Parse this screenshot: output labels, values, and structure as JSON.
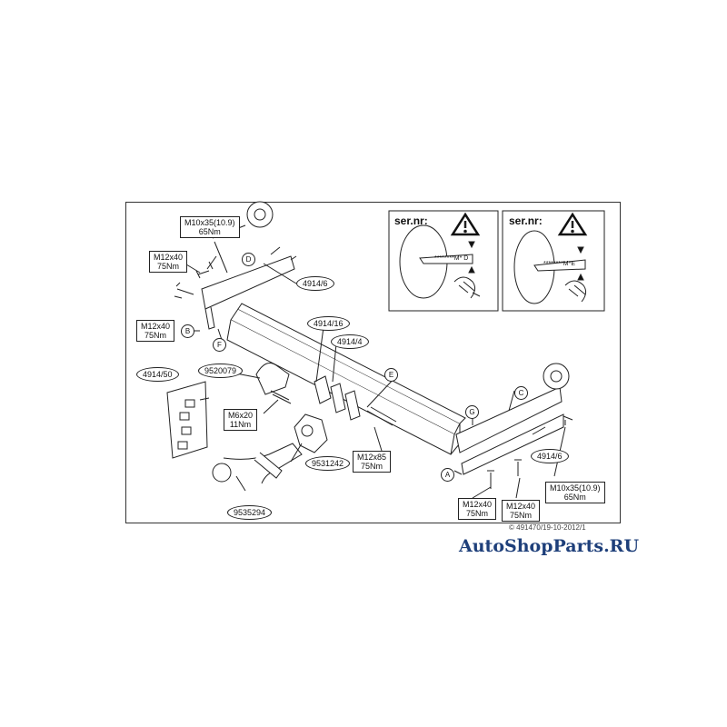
{
  "panels": [
    {
      "label": "ser.nr:",
      "code": "********M* D"
    },
    {
      "label": "ser.nr:",
      "code": "********M*E"
    }
  ],
  "warning_icon": "warning-triangle-icon",
  "callouts": {
    "part_4914_6_top": "4914/6",
    "part_4914_6_right": "4914/6",
    "part_4914_16": "4914/16",
    "part_4914_4": "4914/4",
    "part_4914_50": "4914/50",
    "part_9520079": "9520079",
    "part_9531242": "9531242",
    "part_9535294": "9535294"
  },
  "specs": {
    "m10_top": [
      "M10x35(10.9)",
      "65Nm"
    ],
    "m12_a": [
      "M12x40",
      "75Nm"
    ],
    "m12_b": [
      "M12x40",
      "75Nm"
    ],
    "m6": [
      "M6x20",
      "11Nm"
    ],
    "m12x85": [
      "M12x85",
      "75Nm"
    ],
    "m12_c": [
      "M12x40",
      "75Nm"
    ],
    "m12_d": [
      "M12x40",
      "75Nm"
    ],
    "m10_right": [
      "M10x35(10.9)",
      "65Nm"
    ]
  },
  "letters": {
    "a": "A",
    "b": "B",
    "c": "C",
    "d": "D",
    "e": "E",
    "f": "F",
    "g": "G"
  },
  "copyright": "© 491470/19-10-2012/1",
  "watermark": "AutoShopParts.RU"
}
